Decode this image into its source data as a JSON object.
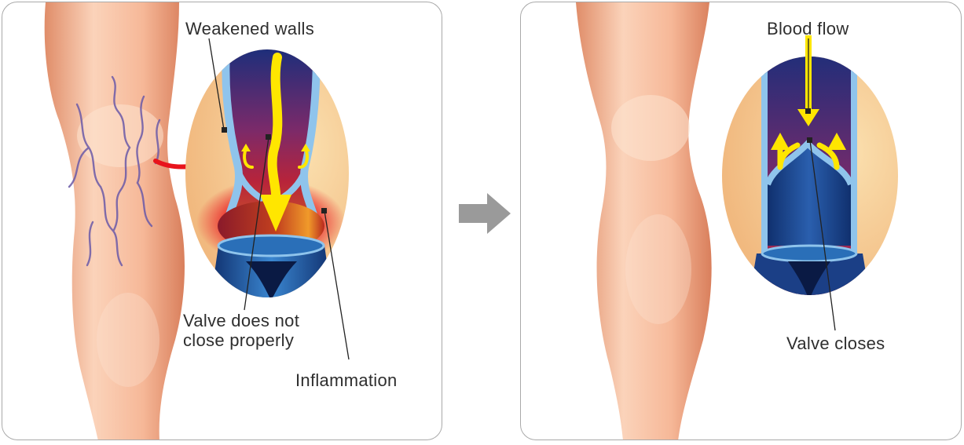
{
  "colors": {
    "skin_light": "#fbd6bd",
    "skin_mid": "#f2a784",
    "skin_dark": "#d9825f",
    "vein_purple": "#6b5aa8",
    "vessel_top": "#1e2e7a",
    "vessel_mid": "#7a2a6a",
    "vessel_low": "#b8243a",
    "vein_wall": "#8fc4ec",
    "flow_yellow": "#ffe600",
    "inflammation_red": "#e8141c",
    "border_gray": "#a9a9a9",
    "arrow_gray": "#9a9a9a",
    "text_dark": "#2e2e2e"
  },
  "left_panel": {
    "labels": {
      "weakened_walls": "Weakened walls",
      "valve_not_close": "Valve does not\nclose properly",
      "inflammation": "Inflammation"
    }
  },
  "right_panel": {
    "labels": {
      "blood_flow": "Blood flow",
      "valve_closes": "Valve closes"
    }
  },
  "icons": {
    "transition": "right-arrow-icon",
    "zoom_pointer": "curved-arrow-icon",
    "flow_direction": "down-arrow-icon",
    "backflow": "up-curved-arrow-icon"
  }
}
